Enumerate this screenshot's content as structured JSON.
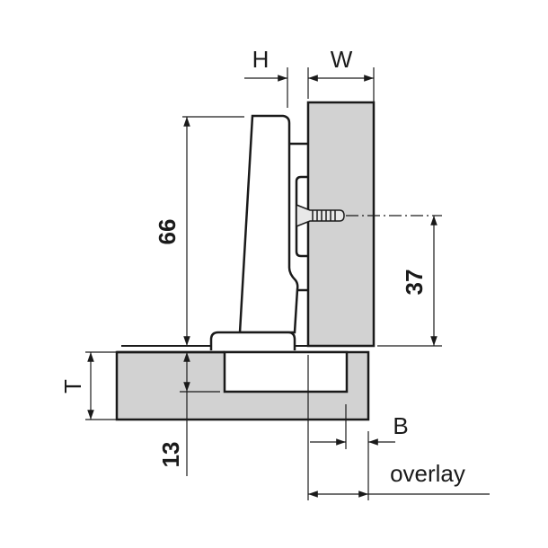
{
  "labels": {
    "H": "H",
    "W": "W",
    "dim_66": "66",
    "dim_37": "37",
    "T": "T",
    "dim_13": "13",
    "B": "B",
    "overlay": "overlay"
  },
  "colors": {
    "panel": "#d2d2d2",
    "line": "#1a1a1a"
  }
}
